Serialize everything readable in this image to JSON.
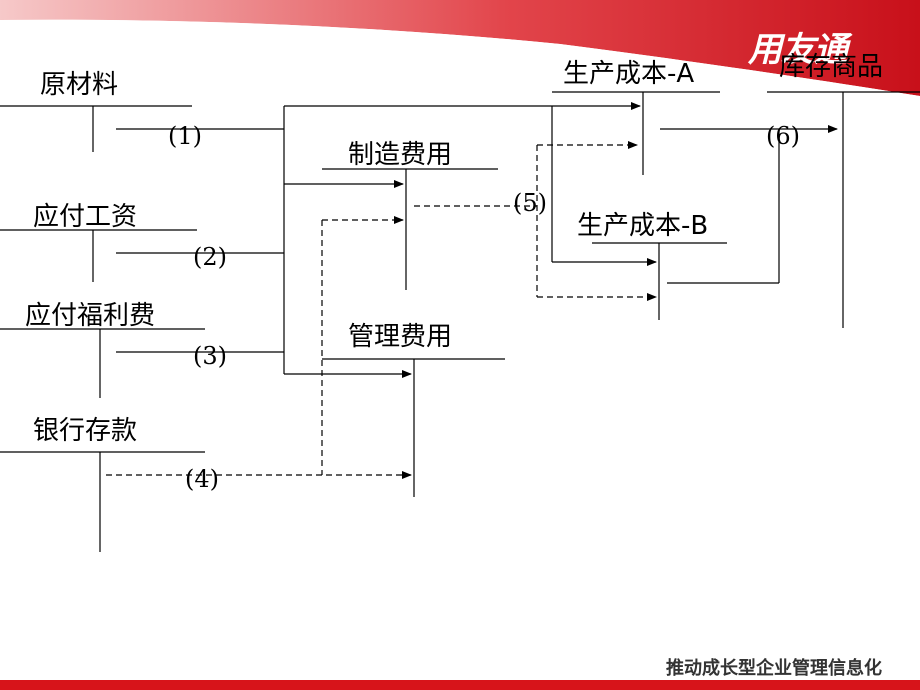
{
  "brand": {
    "logo_text": "用友通",
    "accent_color": "#d7141a"
  },
  "accounts": {
    "raw_materials": "原材料",
    "wages_payable": "应付工资",
    "welfare_payable": "应付福利费",
    "bank_deposit": "银行存款",
    "manufacturing_overhead": "制造费用",
    "admin_expense": "管理费用",
    "production_cost_a": "生产成本-A",
    "production_cost_b": "生产成本-B",
    "inventory_goods": "库存商品"
  },
  "steps": [
    "(1)",
    "(2)",
    "(3)",
    "(4)",
    "(5)",
    "(6)"
  ],
  "footer": {
    "slogan": "推动成长型企业管理信息化"
  }
}
